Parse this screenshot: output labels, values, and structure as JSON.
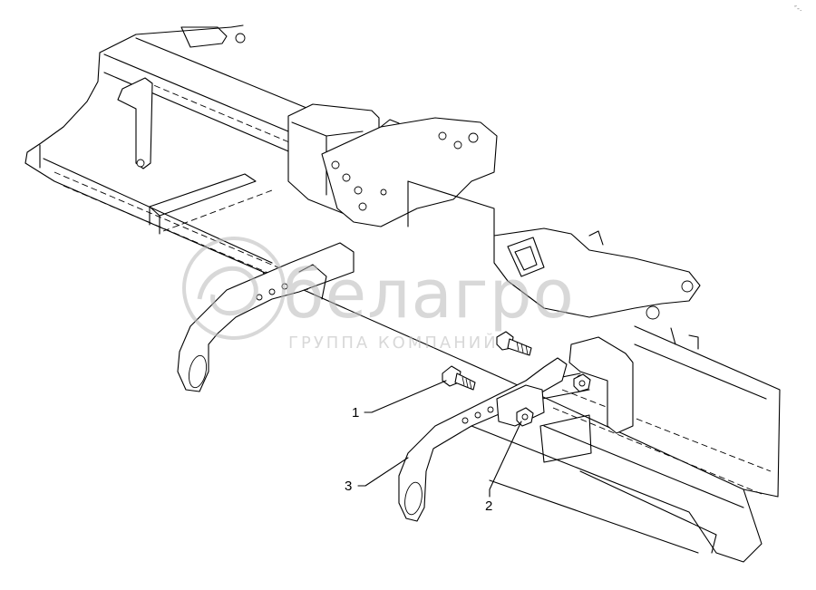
{
  "diagram": {
    "callouts": [
      {
        "id": "1",
        "label": "1"
      },
      {
        "id": "2",
        "label": "2"
      },
      {
        "id": "3",
        "label": "3"
      }
    ],
    "watermark": {
      "brand": "белагро",
      "tagline": "ГРУППА КОМПАНИЙ"
    },
    "corner_mark": "″-."
  },
  "colors": {
    "line": "#000000",
    "watermark": "#b9b9b9",
    "background": "#ffffff"
  }
}
